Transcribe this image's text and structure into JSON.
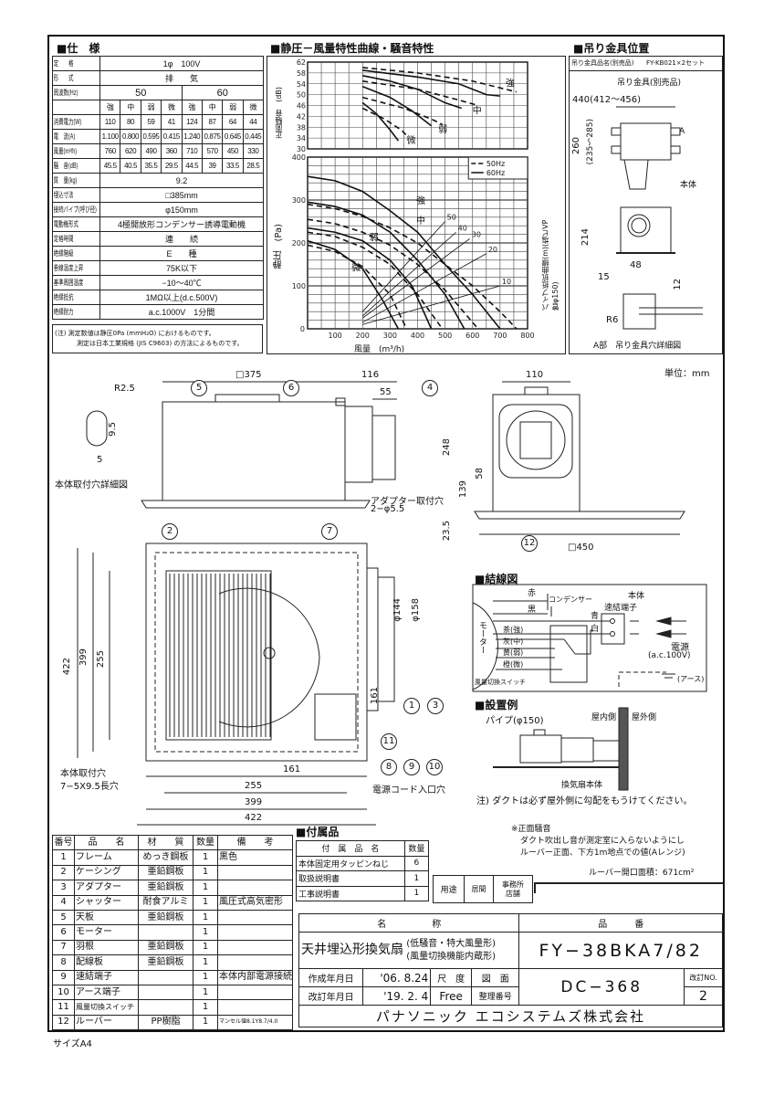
{
  "spec": {
    "title": "■仕　様",
    "rows": [
      {
        "label": "定　　格",
        "value": "1φ　100V"
      },
      {
        "label": "形　　式",
        "value": "排　　気"
      },
      {
        "label": "周波数(Hz)",
        "v50": "50",
        "v60": "60"
      },
      {
        "label": "",
        "notches": [
          "強",
          "中",
          "弱",
          "微",
          "強",
          "中",
          "弱",
          "微"
        ]
      },
      {
        "label": "消費電力(W)",
        "vals": [
          "110",
          "80",
          "59",
          "41",
          "124",
          "87",
          "64",
          "44"
        ]
      },
      {
        "label": "電　流(A)",
        "vals": [
          "1.100",
          "0.800",
          "0.595",
          "0.415",
          "1.240",
          "0.875",
          "0.645",
          "0.445"
        ]
      },
      {
        "label": "風量(m³/h)",
        "vals": [
          "760",
          "620",
          "490",
          "360",
          "710",
          "570",
          "450",
          "330"
        ]
      },
      {
        "label": "騒　音(dB)",
        "vals": [
          "45.5",
          "40.5",
          "35.5",
          "29.5",
          "44.5",
          "39",
          "33.5",
          "28.5"
        ]
      },
      {
        "label": "質　量(kg)",
        "value": "9.2"
      },
      {
        "label": "埋込寸法",
        "value": "□385mm"
      },
      {
        "label": "接続パイプ(呼び径)",
        "value": "φ150mm"
      },
      {
        "label": "電動機形式",
        "value": "4極開放形コンデンサー誘導電動機"
      },
      {
        "label": "定格時間",
        "value": "連　　続"
      },
      {
        "label": "絶縁階級",
        "value": "E　　種"
      },
      {
        "label": "巻線温度上昇",
        "value": "75K以下"
      },
      {
        "label": "基準周囲温度",
        "value": "−10〜40℃"
      },
      {
        "label": "絶縁抵抗",
        "value": "1MΩ以上(d.c.500V)"
      },
      {
        "label": "絶縁耐力",
        "value": "a.c.1000V　1分間"
      }
    ],
    "note1": "(注) 測定数値は静圧0Pa (mmH₂O) におけるものです。",
    "note2": "測定は日本工業規格 (JIS C9603) の方法によるものです。"
  },
  "chart_data": {
    "type": "line",
    "title": "■静圧－風量特性曲線・騒音特性",
    "xlabel": "風量　(m³/h)",
    "ylabel_top": "正面騒音　(dB)",
    "ylabel_bottom": "静圧　(Pa)",
    "ylabel_right": "パイプ抵抗曲線(m)(塩ビVP管φ150)",
    "xlim": [
      0,
      800
    ],
    "ylim_top": [
      30,
      62
    ],
    "ylim_bottom": [
      0,
      400
    ],
    "xticks": [
      100,
      200,
      300,
      400,
      500,
      600,
      700,
      800
    ],
    "yticks_top": [
      62,
      58,
      54,
      50,
      46,
      42,
      38,
      34,
      30
    ],
    "yticks_bottom": [
      0,
      100,
      200,
      300,
      400
    ],
    "legend": [
      "50Hz",
      "60Hz"
    ],
    "legend_position": "top-right",
    "pressure_series": [
      {
        "name": "強 60Hz",
        "style": "solid",
        "points": [
          [
            0,
            355
          ],
          [
            100,
            345
          ],
          [
            200,
            320
          ],
          [
            300,
            275
          ],
          [
            400,
            225
          ],
          [
            500,
            150
          ],
          [
            600,
            80
          ],
          [
            700,
            0
          ]
        ]
      },
      {
        "name": "中 60Hz",
        "style": "solid",
        "points": [
          [
            0,
            295
          ],
          [
            100,
            285
          ],
          [
            200,
            265
          ],
          [
            300,
            225
          ],
          [
            400,
            160
          ],
          [
            500,
            80
          ],
          [
            570,
            0
          ]
        ]
      },
      {
        "name": "弱 60Hz",
        "style": "solid",
        "points": [
          [
            0,
            235
          ],
          [
            100,
            225
          ],
          [
            200,
            205
          ],
          [
            300,
            160
          ],
          [
            380,
            100
          ],
          [
            450,
            0
          ]
        ]
      },
      {
        "name": "微 60Hz",
        "style": "solid",
        "points": [
          [
            0,
            205
          ],
          [
            100,
            185
          ],
          [
            200,
            140
          ],
          [
            270,
            70
          ],
          [
            330,
            0
          ]
        ]
      },
      {
        "name": "強 50Hz",
        "style": "dashed",
        "points": [
          [
            0,
            290
          ],
          [
            100,
            280
          ],
          [
            200,
            262
          ],
          [
            300,
            235
          ],
          [
            400,
            200
          ],
          [
            500,
            150
          ],
          [
            600,
            100
          ],
          [
            700,
            40
          ],
          [
            760,
            0
          ]
        ]
      },
      {
        "name": "中 50Hz",
        "style": "dashed",
        "points": [
          [
            0,
            255
          ],
          [
            100,
            245
          ],
          [
            200,
            225
          ],
          [
            300,
            195
          ],
          [
            400,
            150
          ],
          [
            500,
            90
          ],
          [
            620,
            0
          ]
        ]
      },
      {
        "name": "弱 50Hz",
        "style": "dashed",
        "points": [
          [
            0,
            225
          ],
          [
            100,
            215
          ],
          [
            200,
            190
          ],
          [
            300,
            150
          ],
          [
            400,
            80
          ],
          [
            490,
            0
          ]
        ]
      },
      {
        "name": "微 50Hz",
        "style": "dashed",
        "points": [
          [
            0,
            195
          ],
          [
            100,
            180
          ],
          [
            200,
            145
          ],
          [
            300,
            80
          ],
          [
            360,
            0
          ]
        ]
      }
    ],
    "noise_series": [
      {
        "name": "強 60Hz",
        "style": "solid",
        "points": [
          [
            200,
            59
          ],
          [
            400,
            56.5
          ],
          [
            550,
            54
          ],
          [
            650,
            50
          ],
          [
            700,
            49.5
          ]
        ]
      },
      {
        "name": "中 60Hz",
        "style": "solid",
        "points": [
          [
            200,
            57
          ],
          [
            300,
            55
          ],
          [
            400,
            52
          ],
          [
            500,
            47
          ],
          [
            560,
            45
          ]
        ]
      },
      {
        "name": "弱 60Hz",
        "style": "solid",
        "points": [
          [
            200,
            53
          ],
          [
            300,
            49
          ],
          [
            380,
            44
          ],
          [
            450,
            38.5
          ]
        ]
      },
      {
        "name": "微 60Hz",
        "style": "solid",
        "points": [
          [
            200,
            47
          ],
          [
            250,
            43
          ],
          [
            300,
            37
          ],
          [
            330,
            33
          ]
        ]
      },
      {
        "name": "強 50Hz",
        "style": "dashed",
        "points": [
          [
            200,
            60
          ],
          [
            400,
            58
          ],
          [
            600,
            55
          ],
          [
            760,
            51
          ]
        ]
      },
      {
        "name": "中 50Hz",
        "style": "dashed",
        "points": [
          [
            200,
            55
          ],
          [
            400,
            52
          ],
          [
            550,
            48
          ],
          [
            620,
            46
          ]
        ]
      },
      {
        "name": "弱 50Hz",
        "style": "dashed",
        "points": [
          [
            200,
            49
          ],
          [
            350,
            45
          ],
          [
            450,
            41
          ],
          [
            490,
            39
          ]
        ]
      },
      {
        "name": "微 50Hz",
        "style": "dashed",
        "points": [
          [
            200,
            45
          ],
          [
            280,
            41
          ],
          [
            340,
            37
          ],
          [
            360,
            35
          ]
        ]
      }
    ],
    "pipe_resistance": [
      {
        "name": "50",
        "points": [
          [
            200,
            40
          ],
          [
            500,
            250
          ]
        ]
      },
      {
        "name": "40",
        "points": [
          [
            200,
            30
          ],
          [
            540,
            225
          ]
        ]
      },
      {
        "name": "30",
        "points": [
          [
            200,
            25
          ],
          [
            590,
            210
          ]
        ]
      },
      {
        "name": "20",
        "points": [
          [
            200,
            15
          ],
          [
            650,
            175
          ]
        ]
      },
      {
        "name": "10",
        "points": [
          [
            200,
            10
          ],
          [
            700,
            100
          ]
        ]
      }
    ],
    "curve_labels": {
      "strong": "強",
      "mid": "中",
      "weak": "弱",
      "micro": "微"
    }
  },
  "hanger": {
    "title": "■吊り金具位置",
    "product_label": "吊り金具品名(別売品)",
    "product": "FY-KB021×2セット",
    "part": "吊り金具(別売品)",
    "dim440": "440(412〜456)",
    "dim260": "260",
    "dim260b": "(235〜285)",
    "a": "A",
    "body": "本体",
    "dim214": "214",
    "dim48": "48",
    "dim15": "15",
    "dim12": "12",
    "r6": "R6",
    "caption": "A部　吊り金具穴詳細図"
  },
  "drawing": {
    "unit": "単位：mm",
    "sq375": "□375",
    "d116": "116",
    "d55": "55",
    "r25": "R2.5",
    "d95": "9.5",
    "d5": "5",
    "hole_detail": "本体取付穴詳細図",
    "adapter_hole1": "アダプター取付穴",
    "adapter_hole2": "2−φ5.5",
    "d110": "110",
    "d248": "248",
    "d139": "139",
    "d58": "58",
    "d235": "23.5",
    "sq450": "□450",
    "d422": "422",
    "d399": "399",
    "d255": "255",
    "d161": "161",
    "phi144": "φ144",
    "phi158": "φ158",
    "mount_hole1": "本体取付穴",
    "mount_hole2": "7−5X9.5長穴",
    "cord_hole": "電源コード入口穴",
    "callouts": {
      "c1": "1",
      "c2": "2",
      "c3": "3",
      "c4": "4",
      "c5": "5",
      "c6": "6",
      "c7": "7",
      "c8": "8",
      "c9": "9",
      "c10": "10",
      "c11": "11",
      "c12": "12"
    }
  },
  "wiring": {
    "title": "■結線図",
    "red": "赤",
    "black": "黒",
    "capacitor": "コンデンサー",
    "motor": "モーター",
    "body": "本体",
    "terminal": "速結端子",
    "blue": "青",
    "white": "白",
    "brown": "茶(強)",
    "gray": "灰(中)",
    "yellow": "黄(弱)",
    "orange": "橙(微)",
    "switch": "風量切換スイッチ",
    "power": "電源",
    "power_v": "(a.c.100V)",
    "earth": "(アース)"
  },
  "install": {
    "title": "■設置例",
    "pipe": "パイプ(φ150)",
    "indoor": "屋内側",
    "outdoor": "屋外側",
    "unit": "換気扇本体",
    "note": "注) ダクトは必ず屋外側に勾配をもうけてください。"
  },
  "remarks": {
    "l1": "※正面騒音",
    "l2": "ダクト吹出し音が測定室に入らないようにし",
    "l3": "ルーバー正面、下方1m地点での値(Aレンジ)",
    "louver": "ルーバー開口面積：671cm²"
  },
  "parts": {
    "headers": [
      "番号",
      "品　　名",
      "材　　質",
      "数量",
      "備　　考"
    ],
    "rows": [
      [
        "1",
        "フレーム",
        "めっき鋼板",
        "1",
        "黒色"
      ],
      [
        "2",
        "ケーシング",
        "亜鉛鋼板",
        "1",
        ""
      ],
      [
        "3",
        "アダプター",
        "亜鉛鋼板",
        "1",
        ""
      ],
      [
        "4",
        "シャッター",
        "耐食アルミ",
        "1",
        "風圧式高気密形"
      ],
      [
        "5",
        "天板",
        "亜鉛鋼板",
        "1",
        ""
      ],
      [
        "6",
        "モーター",
        "",
        "1",
        ""
      ],
      [
        "7",
        "羽根",
        "亜鉛鋼板",
        "1",
        ""
      ],
      [
        "8",
        "配線板",
        "亜鉛鋼板",
        "1",
        ""
      ],
      [
        "9",
        "速結端子",
        "",
        "1",
        "本体内部電源接続"
      ],
      [
        "10",
        "アース端子",
        "",
        "1",
        ""
      ],
      [
        "11",
        "風量切換スイッチ",
        "",
        "1",
        ""
      ],
      [
        "12",
        "ルーバー",
        "PP樹脂",
        "1",
        "マンセル値8.1Y8.7/4.0"
      ]
    ]
  },
  "size": "サイズA4",
  "accessories": {
    "title": "■付属品",
    "headers": [
      "付　属　品　名",
      "数量"
    ],
    "rows": [
      [
        "本体固定用タッピンねじ",
        "6"
      ],
      [
        "取扱説明書",
        "1"
      ],
      [
        "工事説明書",
        "1"
      ]
    ]
  },
  "usage": {
    "label": "用途",
    "v1": "居間",
    "v2a": "事務所",
    "v2b": "店舗"
  },
  "title_block": {
    "name_h": "名　　　　　称",
    "number_h": "品　　　番",
    "name": "天井埋込形換気扇",
    "sub1": "(低騒音・特大風量形)",
    "sub2": "(風量切換機能内蔵形)",
    "model": "FY−38BKA7/82",
    "created_l": "作成年月日",
    "created": "'06. 8.24",
    "revised_l": "改訂年月日",
    "revised": "'19. 2. 4",
    "scale_l": "尺　度",
    "scale": "Free",
    "drawing_l1": "図　面",
    "drawing_l2": "整理番号",
    "drawing_no": "DC−368",
    "rev_l": "改訂NO.",
    "rev": "2",
    "company": "パナソニック エコシステムズ株式会社"
  }
}
